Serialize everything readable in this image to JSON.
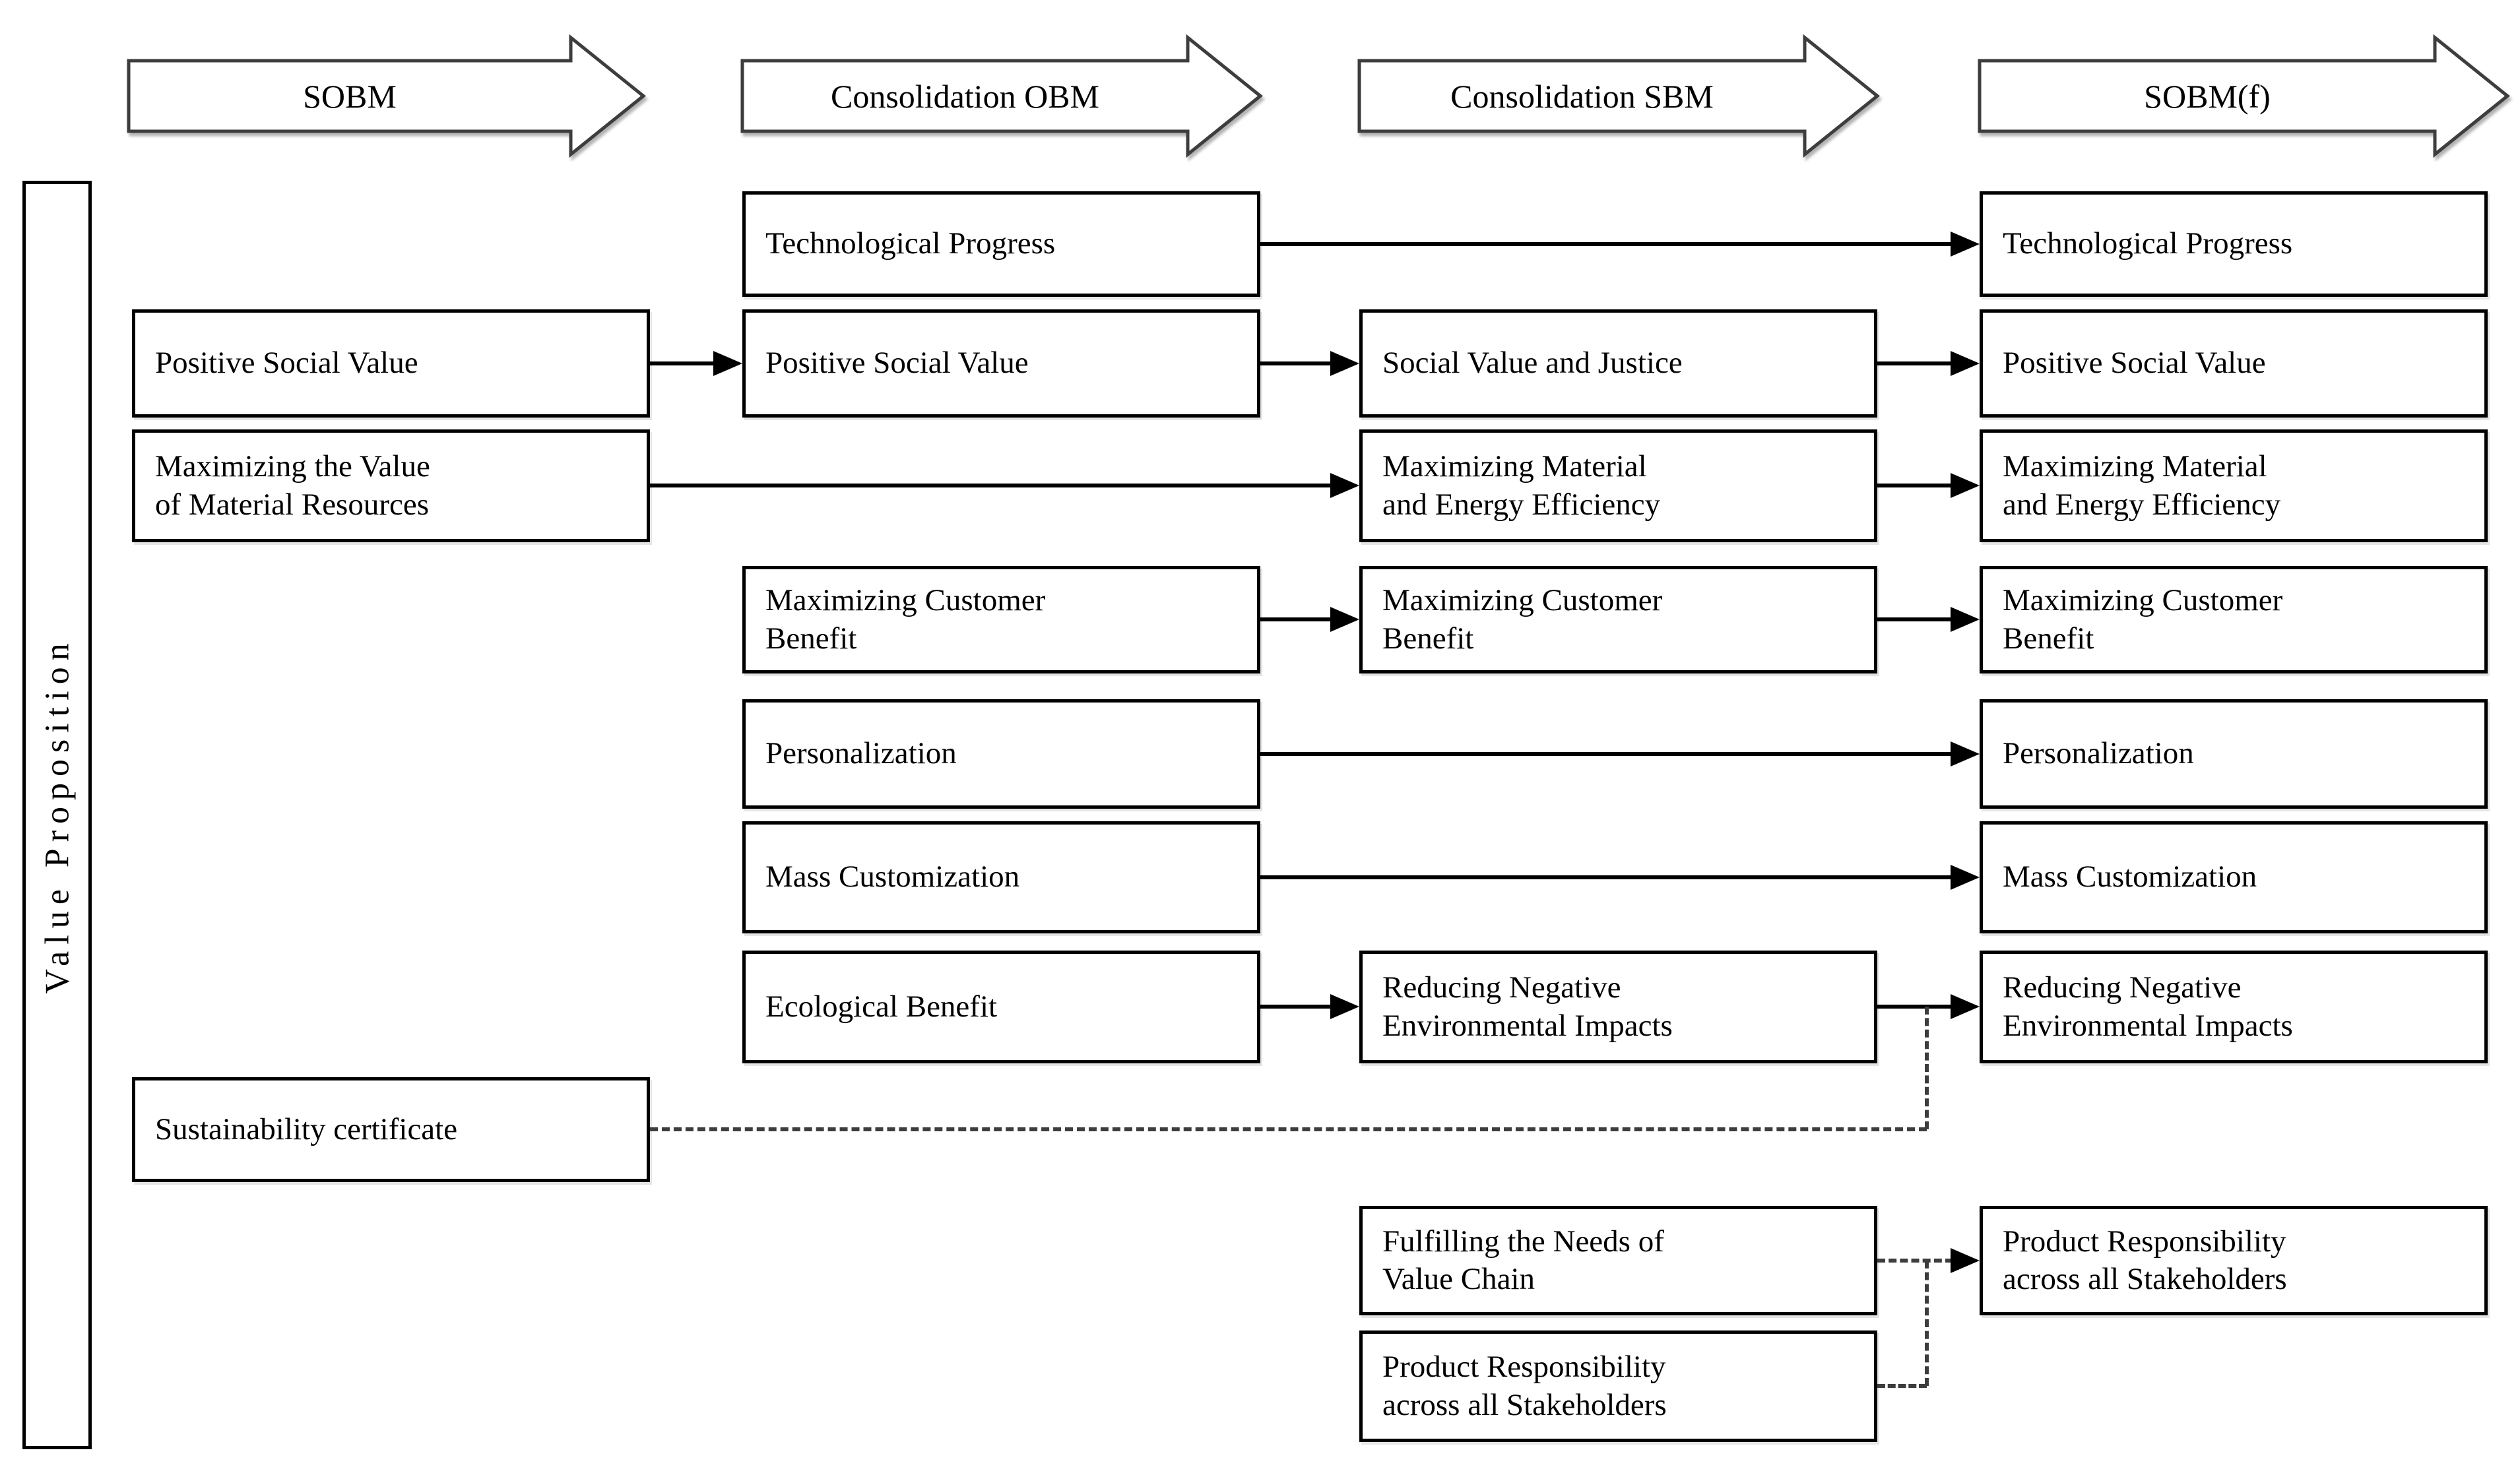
{
  "diagram": {
    "phase_arrows": [
      {
        "label": "SOBM"
      },
      {
        "label": "Consolidation OBM"
      },
      {
        "label": "Consolidation SBM"
      },
      {
        "label": "SOBM(f)"
      }
    ],
    "value_proposition": {
      "label": "Value Proposition"
    },
    "nodes": {
      "tech_progress_obm": "Technological Progress",
      "tech_progress_f": "Technological Progress",
      "positive_social_value_sobm": "Positive Social Value",
      "positive_social_value_obm": "Positive Social Value",
      "social_value_justice_sbm": "Social Value and Justice",
      "positive_social_value_f": "Positive Social Value",
      "max_value_material_sobm": "Maximizing the Value\nof Material Resources",
      "max_material_energy_sbm": "Maximizing Material\nand Energy Efficiency",
      "max_material_energy_f": "Maximizing Material\nand Energy Efficiency",
      "max_customer_benefit_obm": "Maximizing Customer\nBenefit",
      "max_customer_benefit_sbm": "Maximizing Customer\nBenefit",
      "max_customer_benefit_f": "Maximizing Customer\nBenefit",
      "personalization_obm": "Personalization",
      "personalization_f": "Personalization",
      "mass_customization_obm": "Mass Customization",
      "mass_customization_f": "Mass Customization",
      "ecological_benefit_obm": "Ecological Benefit",
      "reducing_negative_sbm": "Reducing Negative\nEnvironmental Impacts",
      "reducing_negative_f": "Reducing Negative\nEnvironmental Impacts",
      "sustainability_certificate_sobm": "Sustainability certificate",
      "fulfilling_needs_sbm": "Fulfilling the Needs of\nValue Chain",
      "product_responsibility_f": "Product Responsibility\nacross all Stakeholders",
      "product_responsibility_sbm": "Product Responsibility\nacross all Stakeholders"
    }
  }
}
